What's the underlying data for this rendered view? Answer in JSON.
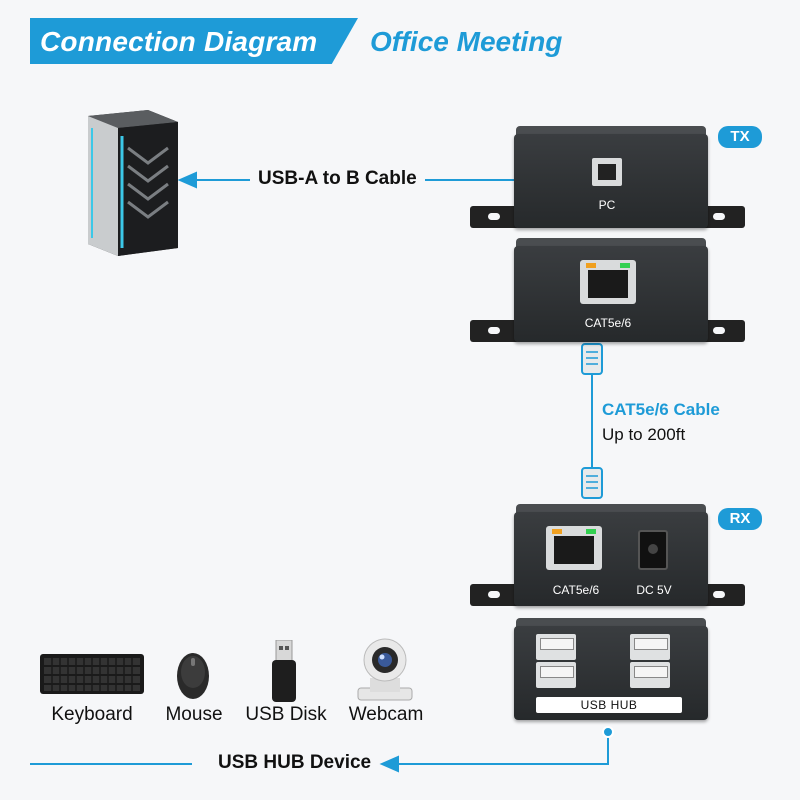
{
  "header": {
    "title": "Connection Diagram",
    "subtitle": "Office Meeting"
  },
  "tx_unit": {
    "badge": "TX",
    "front_port_label": "PC",
    "back_port_label": "CAT5e/6"
  },
  "rx_unit": {
    "badge": "RX",
    "front_port_labels": [
      "CAT5e/6",
      "DC 5V"
    ],
    "back_label": "USB HUB"
  },
  "connections": {
    "usb_cable": "USB-A to B Cable",
    "cat_cable_title": "CAT5e/6 Cable",
    "cat_cable_range": "Up to 200ft",
    "hub_device": "USB HUB Device"
  },
  "peripherals": [
    {
      "label": "Keyboard",
      "icon": "keyboard-icon"
    },
    {
      "label": "Mouse",
      "icon": "mouse-icon"
    },
    {
      "label": "USB Disk",
      "icon": "usb-disk-icon"
    },
    {
      "label": "Webcam",
      "icon": "webcam-icon"
    }
  ],
  "colors": {
    "accent": "#1e9bd7",
    "device": "#2e3133",
    "background": "#f6f7f9"
  }
}
